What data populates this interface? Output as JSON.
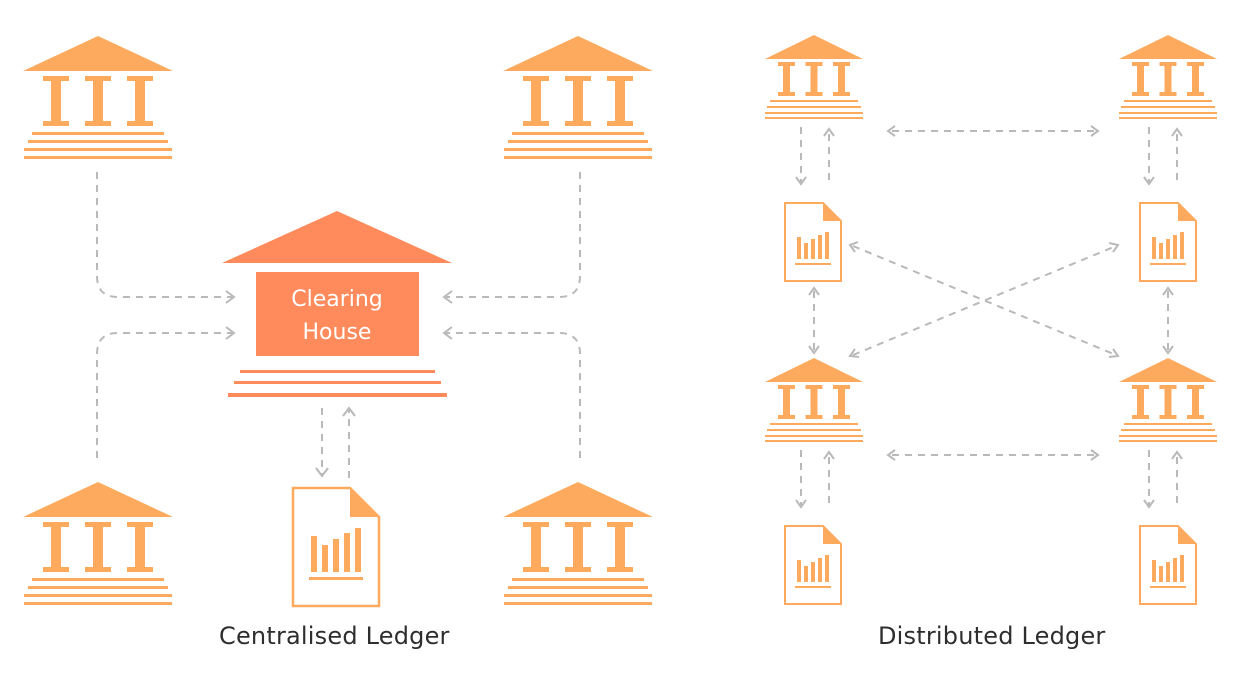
{
  "clearing_house": {
    "line1": "Clearing",
    "line2": "House"
  },
  "captions": {
    "centralised": "Centralised Ledger",
    "distributed": "Distributed Ledger"
  },
  "colors": {
    "bank": "#FDAA5E",
    "clearing_house": "#FF8A5B",
    "connector": "#B9B9B9",
    "text": "#2E2E2E"
  },
  "icons": {
    "bank": "bank-icon",
    "ledger": "ledger-document-icon",
    "clearing_house": "clearing-house-icon"
  }
}
